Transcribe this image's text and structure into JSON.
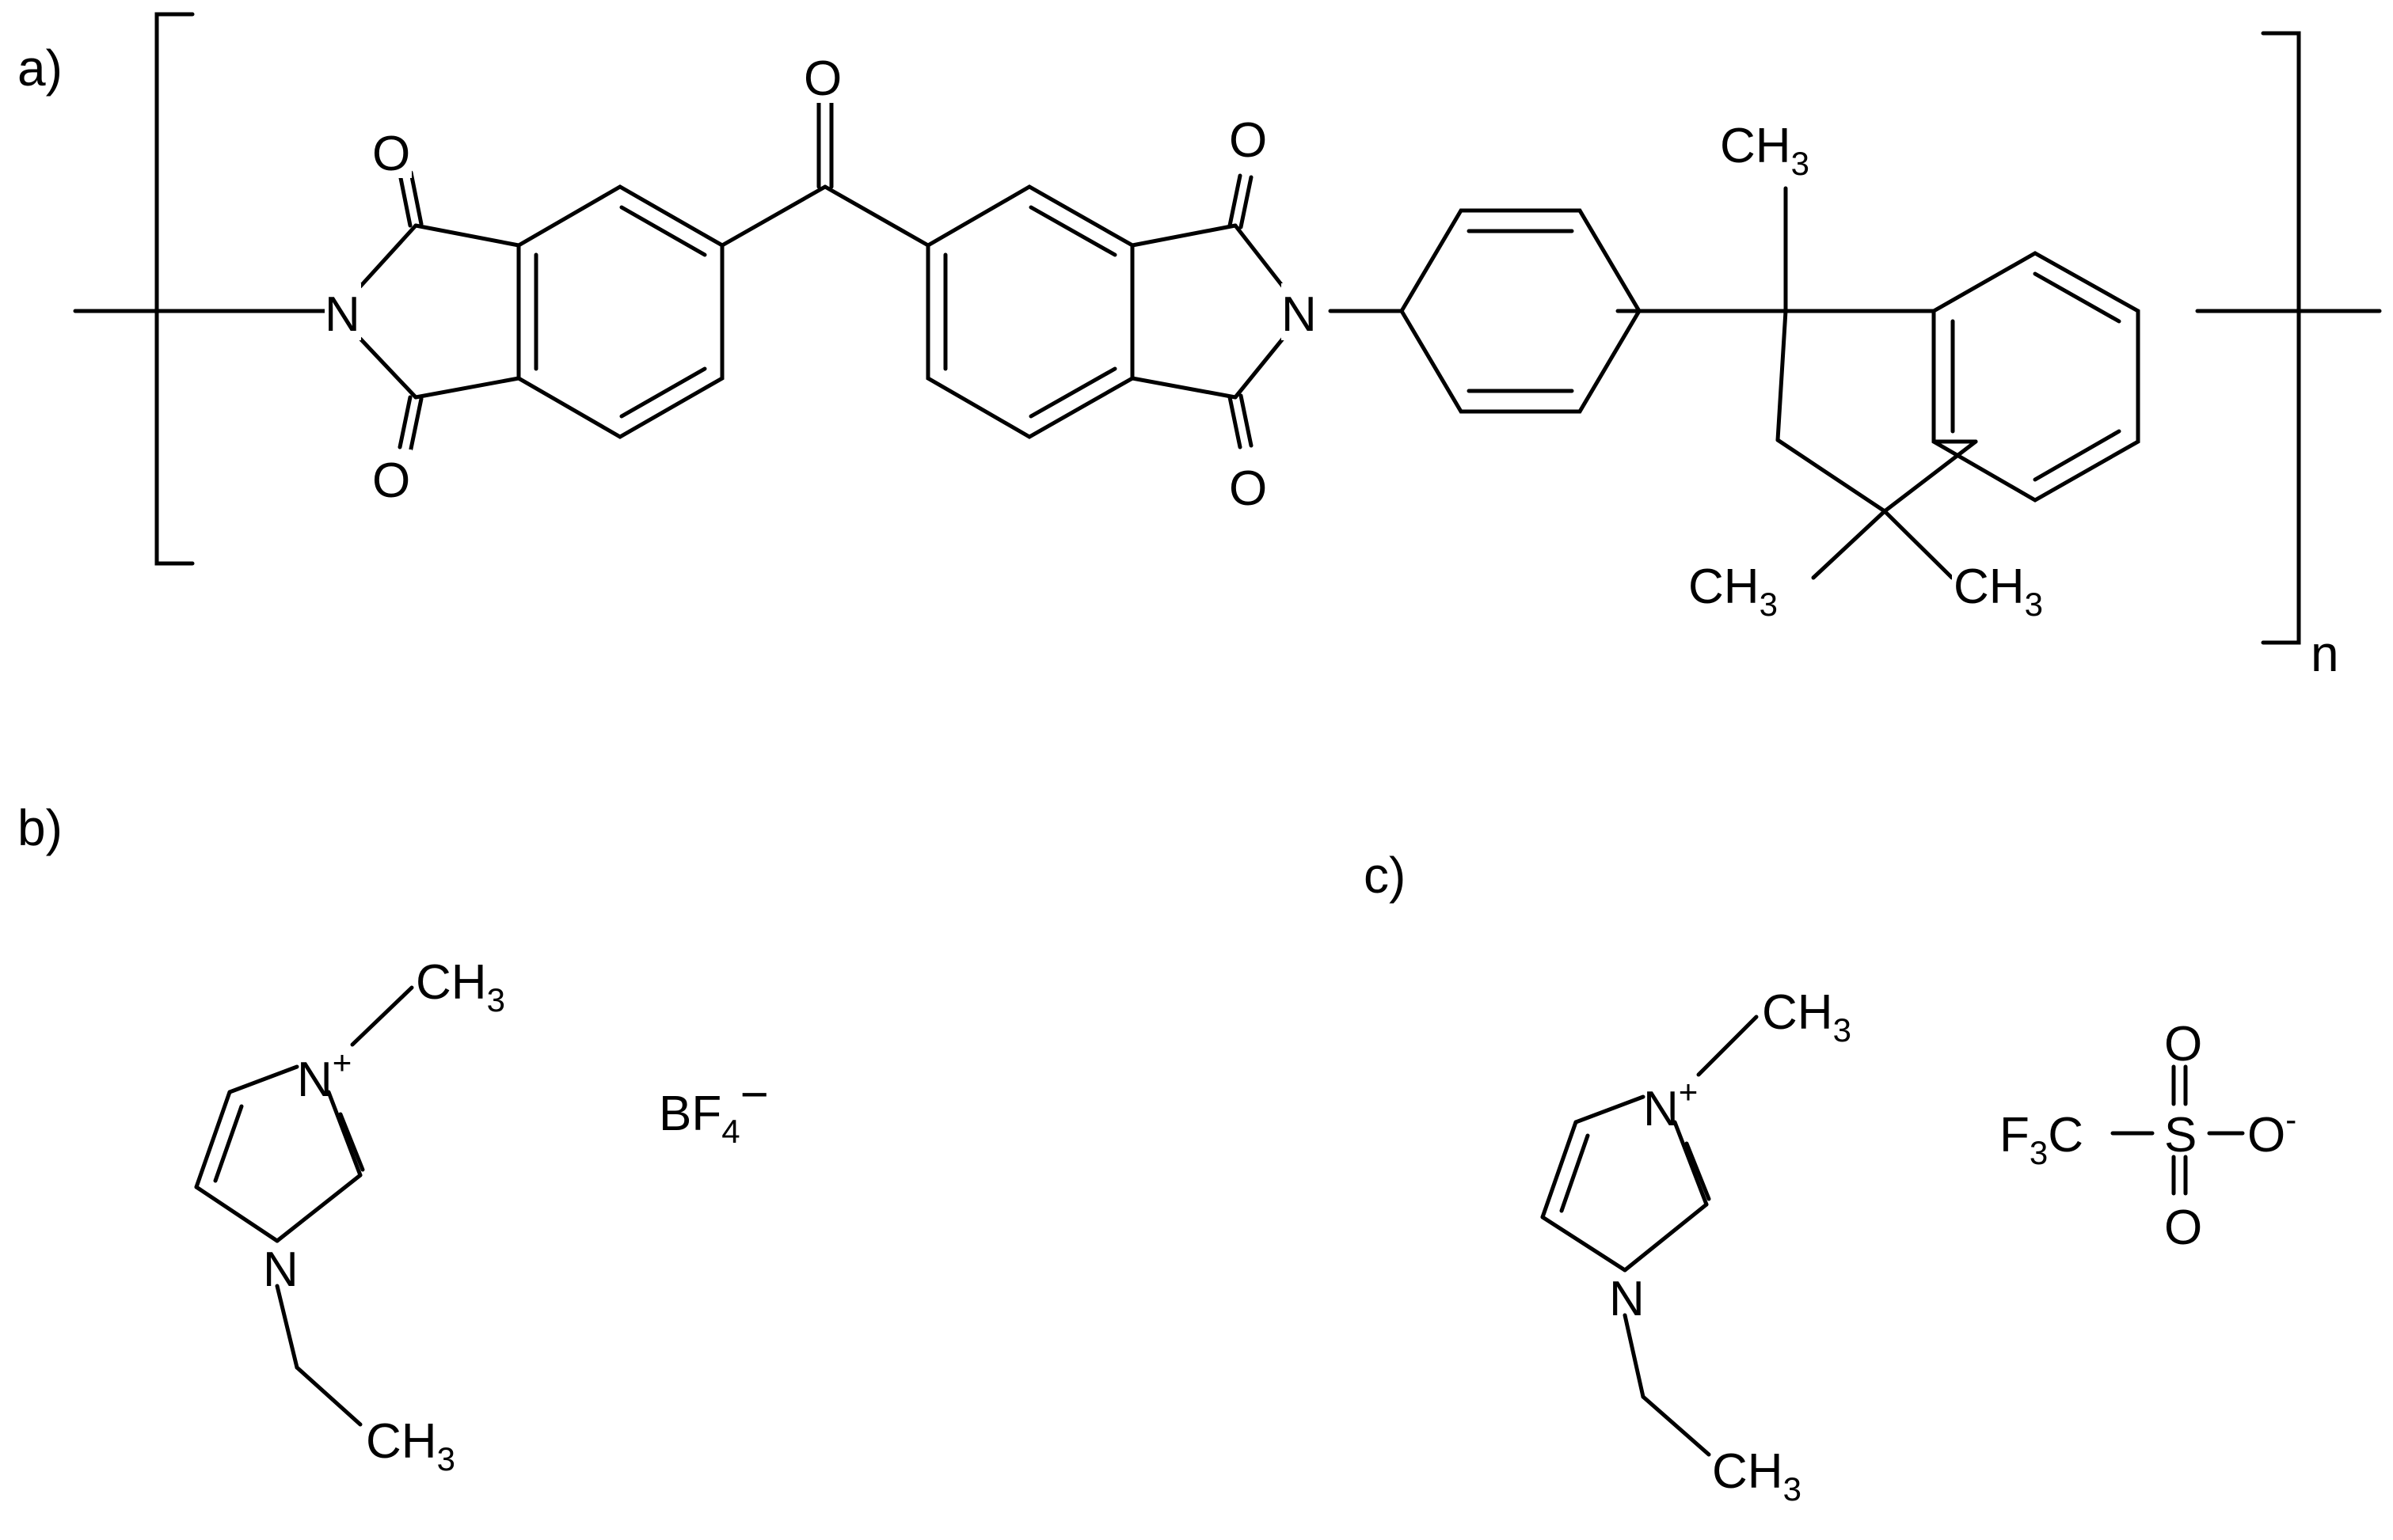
{
  "panels": {
    "a": "a)",
    "b": "b)",
    "c": "c)"
  },
  "polymer": {
    "repeat_subscript": "n",
    "atoms": {
      "O": "O",
      "N": "N",
      "C": "C",
      "H": "H",
      "H3_sub": "3"
    }
  },
  "cation": {
    "N": "N",
    "plus": "+",
    "CH": "CH",
    "sub3": "3"
  },
  "anion_b": {
    "BF": "BF",
    "sub4": "4",
    "minus": "−"
  },
  "anion_c": {
    "F": "F",
    "sub3": "3",
    "C": "C",
    "S": "S",
    "O": "O",
    "minus": "-"
  }
}
